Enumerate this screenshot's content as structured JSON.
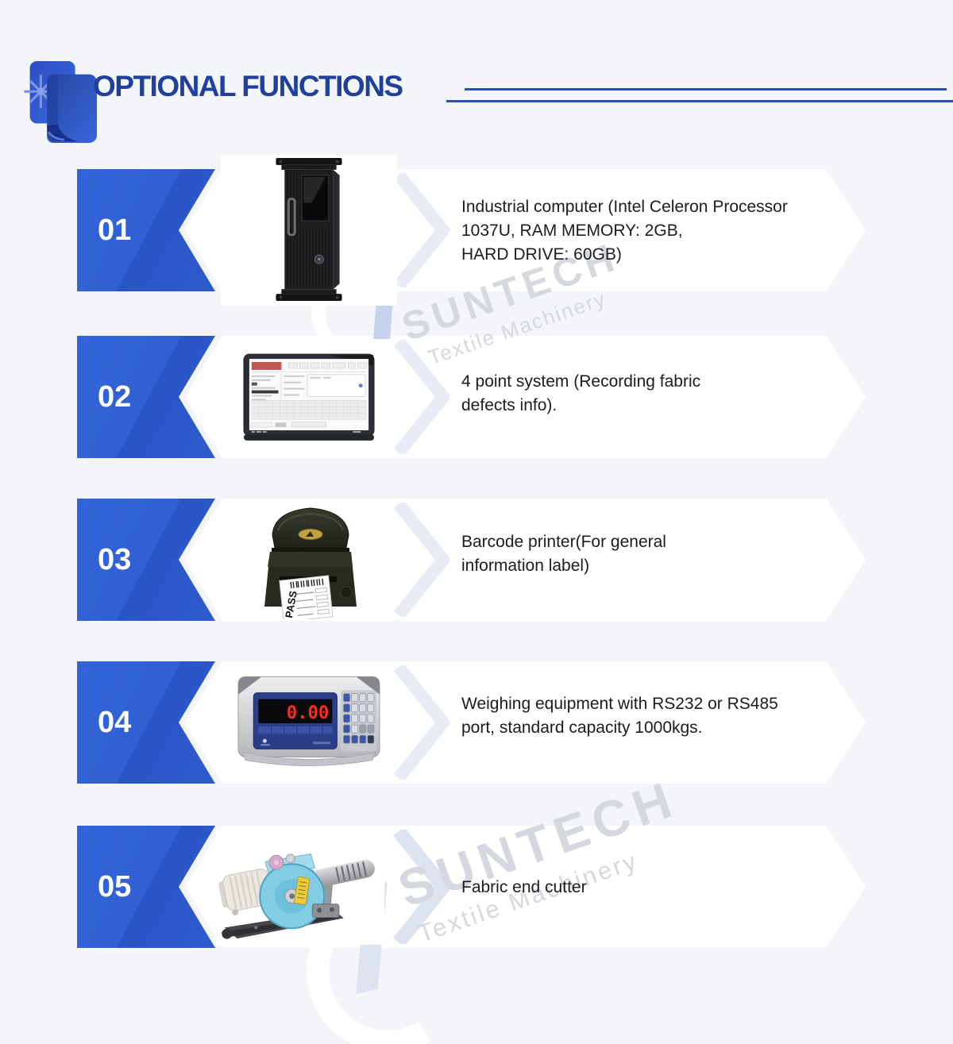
{
  "header": {
    "title": "OPTIONAL FUNCTIONS",
    "logo": "fabric-roll-spark-icon"
  },
  "watermark": {
    "brand": "SUNTECH",
    "tagline": "Textile Machinery"
  },
  "rows": [
    {
      "number": "01",
      "description": "Industrial computer (Intel Celeron Processor\n1037U, RAM MEMORY: 2GB,\nHARD DRIVE: 60GB)",
      "image": "industrial-computer"
    },
    {
      "number": "02",
      "description": "4 point system (Recording fabric\ndefects info).",
      "image": "four-point-system-screen"
    },
    {
      "number": "03",
      "description": "Barcode printer(For general\ninformation label)",
      "image": "barcode-printer"
    },
    {
      "number": "04",
      "description": "Weighing equipment with RS232 or RS485\nport, standard capacity 1000kgs.",
      "image": "weighing-indicator"
    },
    {
      "number": "05",
      "description": "Fabric end cutter",
      "image": "fabric-end-cutter"
    }
  ],
  "figures": {
    "scale_display": "0.00",
    "printer_label": "PASS"
  },
  "colors": {
    "accent_blue": "#2e5ccd",
    "title_blue": "#20409e",
    "page_bg": "#f3f5f9",
    "band_white": "#ffffff",
    "watermark_gray": "#d5d8de",
    "watermark_blue": "#c7d3ec"
  }
}
